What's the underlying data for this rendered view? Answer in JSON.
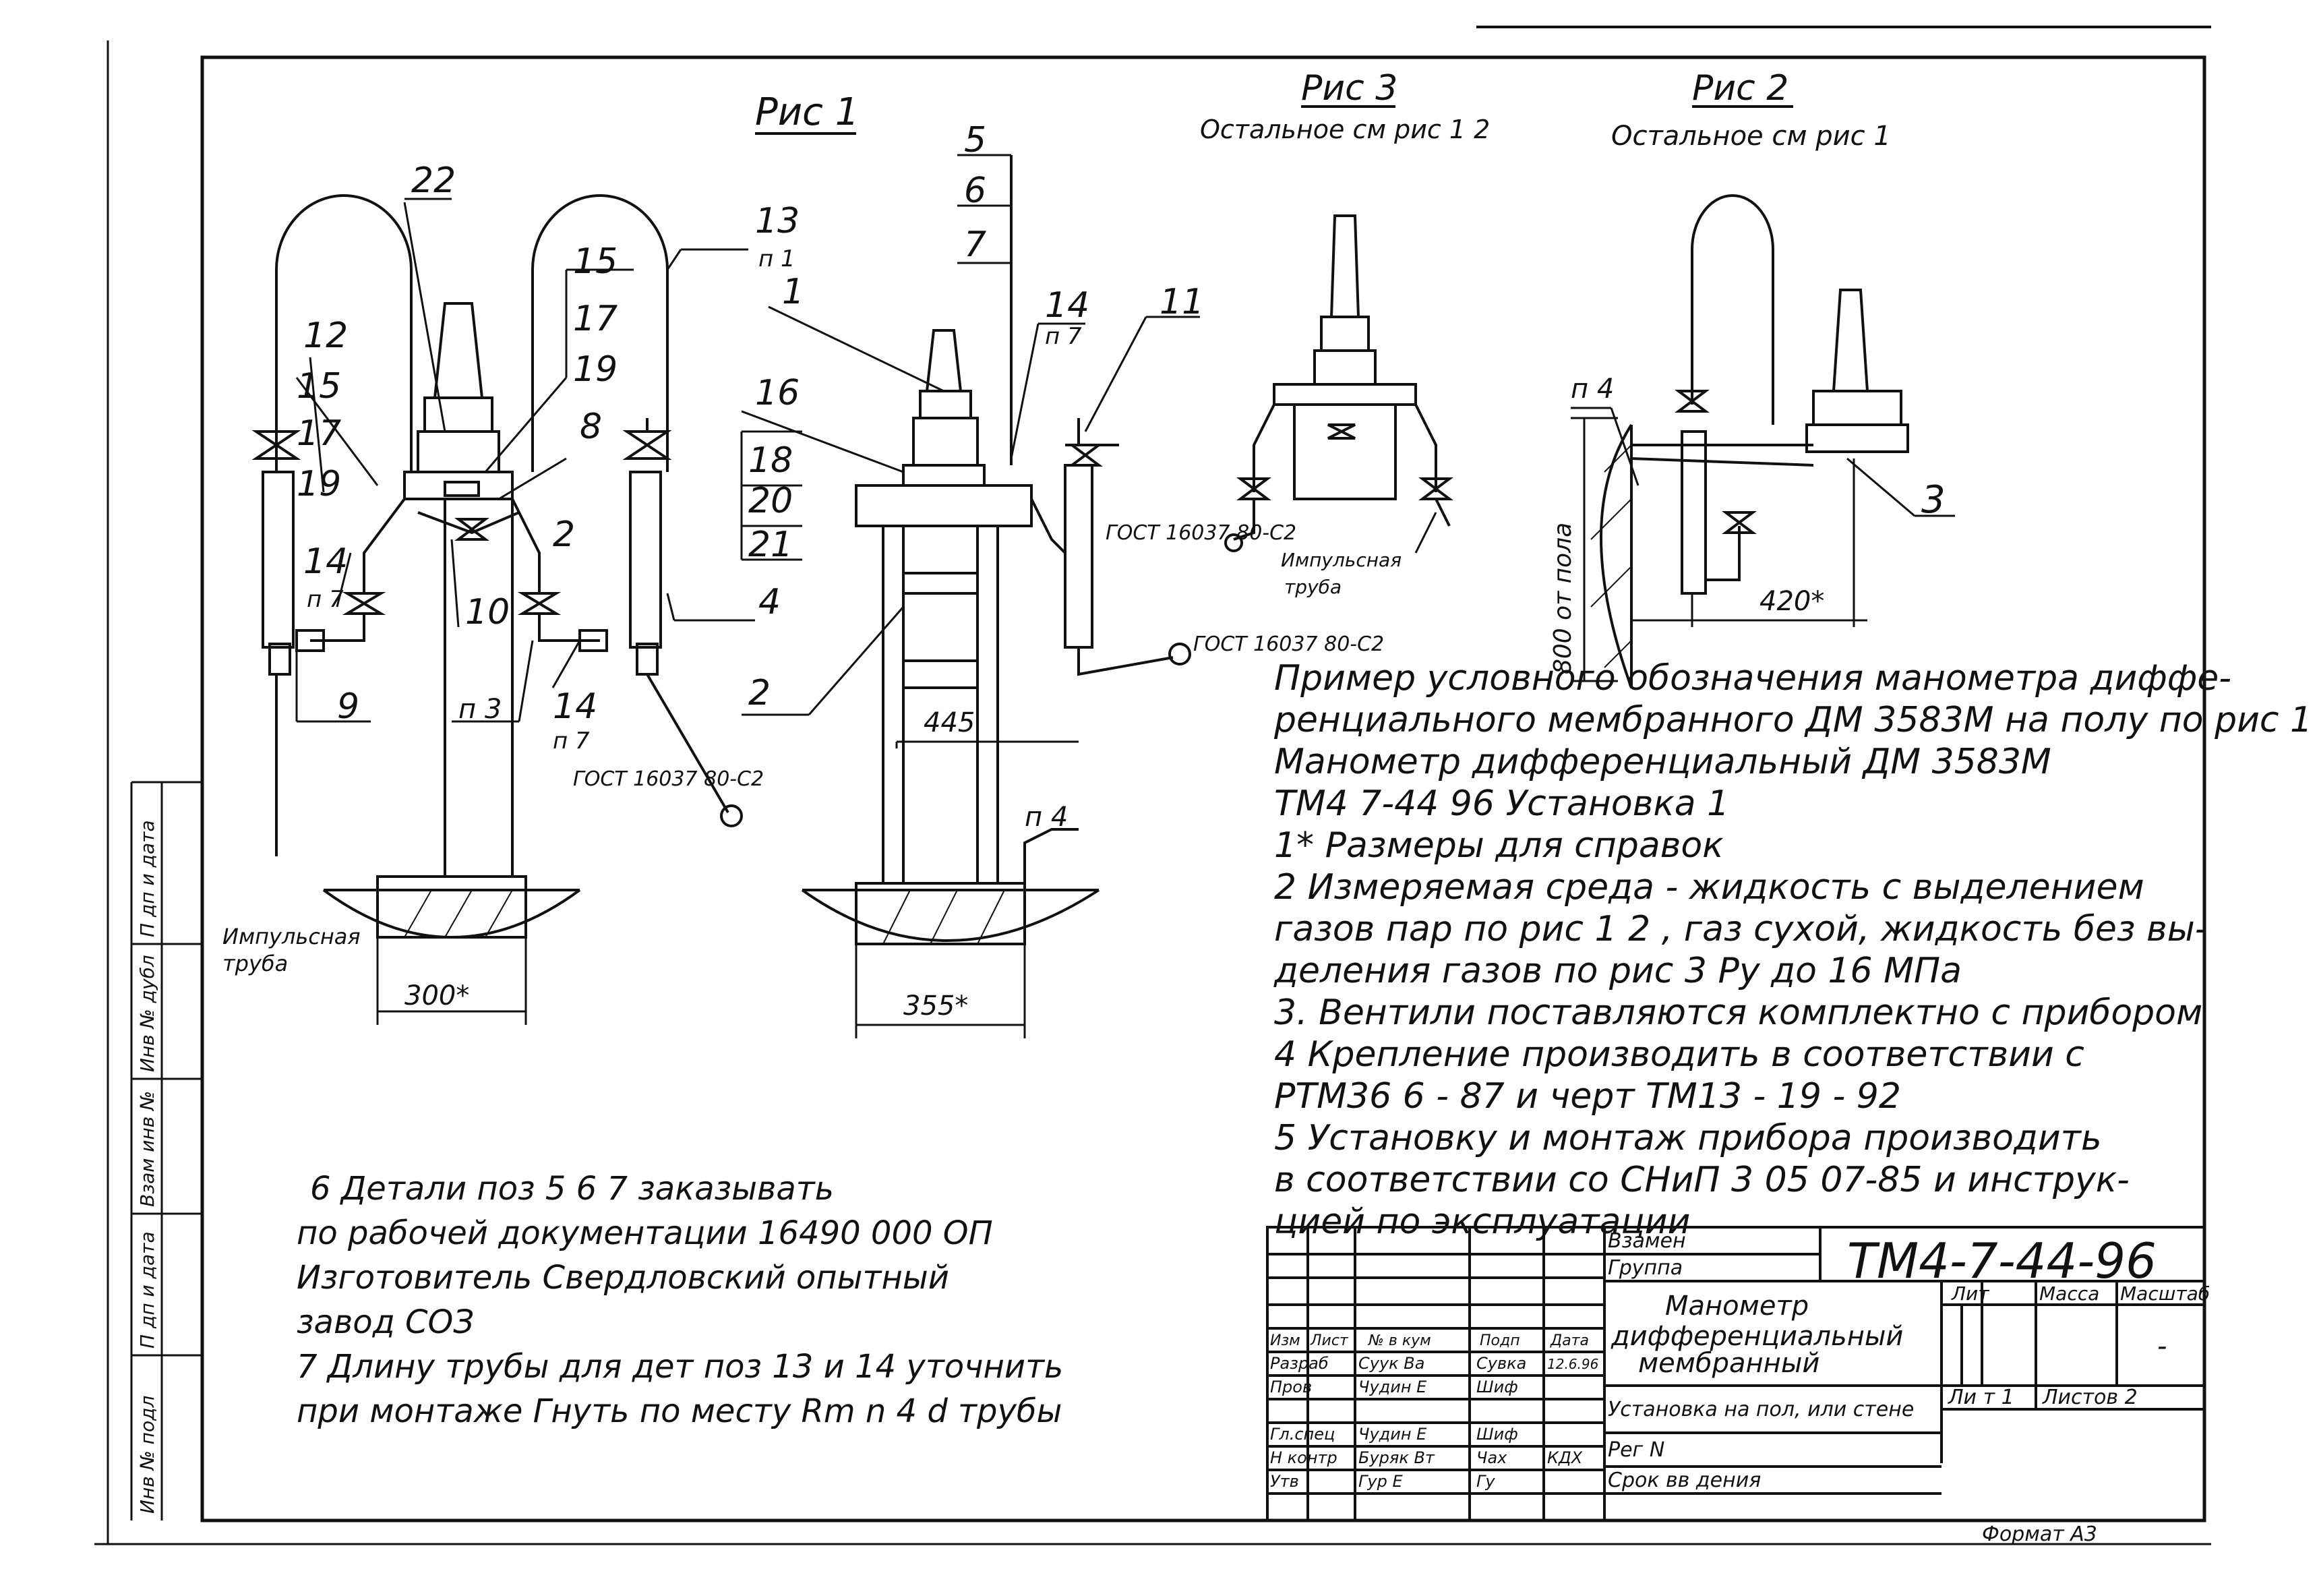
{
  "figures": {
    "fig1": {
      "title": "Рис 1"
    },
    "fig2": {
      "title": "Рис 2",
      "subtitle": "Остальное см рис 1"
    },
    "fig3": {
      "title": "Рис 3",
      "subtitle": "Остальное см рис 1 2"
    }
  },
  "callouts": {
    "c22": "22",
    "c13": "13",
    "c13sub": "п 1",
    "c15": "15",
    "c17": "17",
    "c19": "19",
    "c12": "12",
    "c15b": "15",
    "c17b": "17",
    "c19b": "19",
    "c8": "8",
    "c14a": "14",
    "c14asub": "п 7",
    "c2a": "2",
    "c10": "10",
    "c4": "4",
    "c9": "9",
    "cp3": "п 3",
    "c14b": "14",
    "c14bsub": "п 7",
    "c5": "5",
    "c6": "6",
    "c7": "7",
    "c1": "1",
    "c14c": "14",
    "c14csub": "п 7",
    "c11": "11",
    "c16": "16",
    "c18": "18",
    "c20": "20",
    "c21": "21",
    "c2b": "2",
    "cp4": "п 4",
    "c3": "3",
    "cp4b": "п 4"
  },
  "labels": {
    "gost1": "ГОСТ 16037 80-С2",
    "gost2": "ГОСТ 16037 80-С2",
    "gost3": "ГОСТ 16037 80-С2",
    "impulse1": "Импульсная",
    "impulse1b": "труба",
    "impulse2": "Импульсная",
    "impulse2b": "труба",
    "dim300": "300*",
    "dim355": "355*",
    "dim445": "445",
    "dim420": "420*",
    "dim800": "800 от пола"
  },
  "notes": {
    "lines": [
      "Пример условного обозначения манометра диффе-",
      "ренциального мембранного ДМ 3583М на полу по рис 1",
      "Манометр дифференциальный ДМ 3583М",
      "ТМ4  7-44 96    Установка 1",
      "1* Размеры для справок",
      "2 Измеряемая среда - жидкость с выделением",
      "газов пар по рис 1 2 , газ сухой, жидкость без вы-",
      "деления газов по рис 3    Ру до 16 МПа",
      "3. Вентили поставляются комплектно с прибором",
      "4 Крепление производить в соответствии с",
      "РТМ36 6 - 87 и черт  ТМ13 - 19 - 92",
      "5 Установку и монтаж прибора производить",
      "в соответствии со СНиП 3 05 07-85 и инструк-",
      "цией по эксплуатации"
    ],
    "lower": [
      "6 Детали поз 5 6 7 заказывать",
      "по рабочей документации 16490 000 ОП",
      "Изготовитель Свердловский опытный",
      "завод СОЗ",
      "7 Длину трубы для дет поз 13 и 14 уточнить",
      "при монтаже  Гнуть по месту Rm n  4 d трубы"
    ]
  },
  "side_stamp": [
    "Инв № подл",
    "П дп и дата",
    "Взам инв №",
    "Инв № дубл",
    "П дп и дата"
  ],
  "title_block": {
    "code": "ТМ4-7-44-96",
    "vzamen": "Взамен",
    "gruppa": "Группа",
    "name1": "Манометр",
    "name2": "дифференциальный",
    "name3": "мембранный",
    "col_lit": "Лит",
    "col_massa": "Масса",
    "col_scale": "Масштаб",
    "scale_val": "-",
    "install": "Установка на пол, или стене",
    "sheet": "Ли т 1",
    "sheets": "Листов 2",
    "reg": "Рег N",
    "srok": "Срок вв дения",
    "format": "Формат А3",
    "hdr": [
      "Изм",
      "Лист",
      "№ в кум",
      "Подп",
      "Дата"
    ],
    "people": [
      {
        "role": "Разраб",
        "name": "Суук Ва",
        "sign": "Сувка",
        "date": "12.6.96"
      },
      {
        "role": "Пров",
        "name": "Чудин Е",
        "sign": "Шиф",
        "date": ""
      },
      {
        "role": "",
        "name": "",
        "sign": "",
        "date": ""
      },
      {
        "role": "Гл.спец",
        "name": "Чудин Е",
        "sign": "Шиф",
        "date": ""
      },
      {
        "role": "Н контр",
        "name": "Буряк Вт",
        "sign": "Чах",
        "date": "КДХ"
      },
      {
        "role": "Утв",
        "name": "Гур Е",
        "sign": "Гу",
        "date": ""
      }
    ]
  }
}
